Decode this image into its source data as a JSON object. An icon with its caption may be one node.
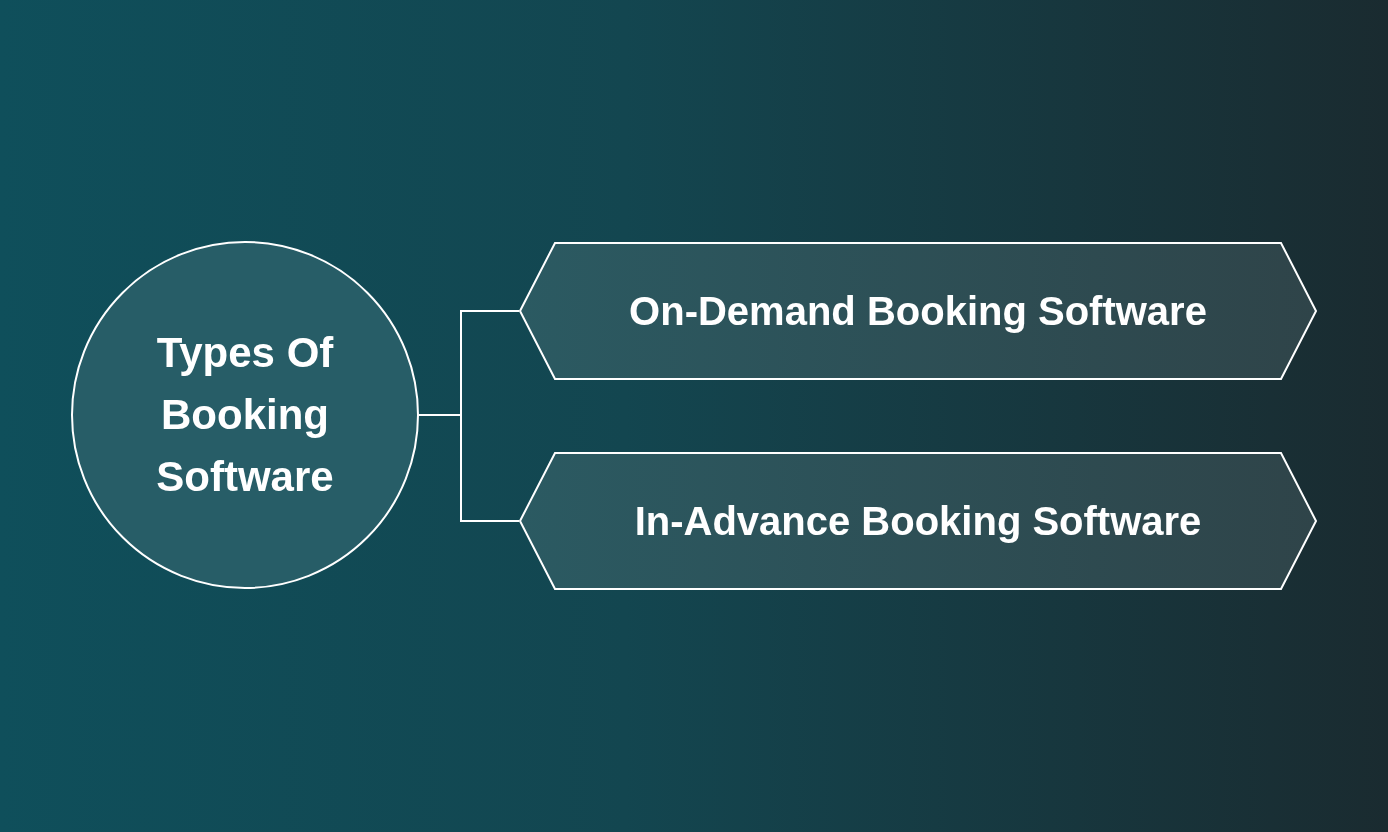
{
  "diagram": {
    "nodes": [
      {
        "text": [
          "Types Of Booking Software"
        ]
      },
      {
        "text": [
          "On-Demand Booking Software"
        ]
      },
      {
        "text": [
          "In-Advance Booking Software"
        ]
      }
    ],
    "edges": [
      {
        "from": 0,
        "to": 1,
        "arrow": "none"
      },
      {
        "from": 0,
        "to": 2,
        "arrow": "none"
      }
    ]
  }
}
